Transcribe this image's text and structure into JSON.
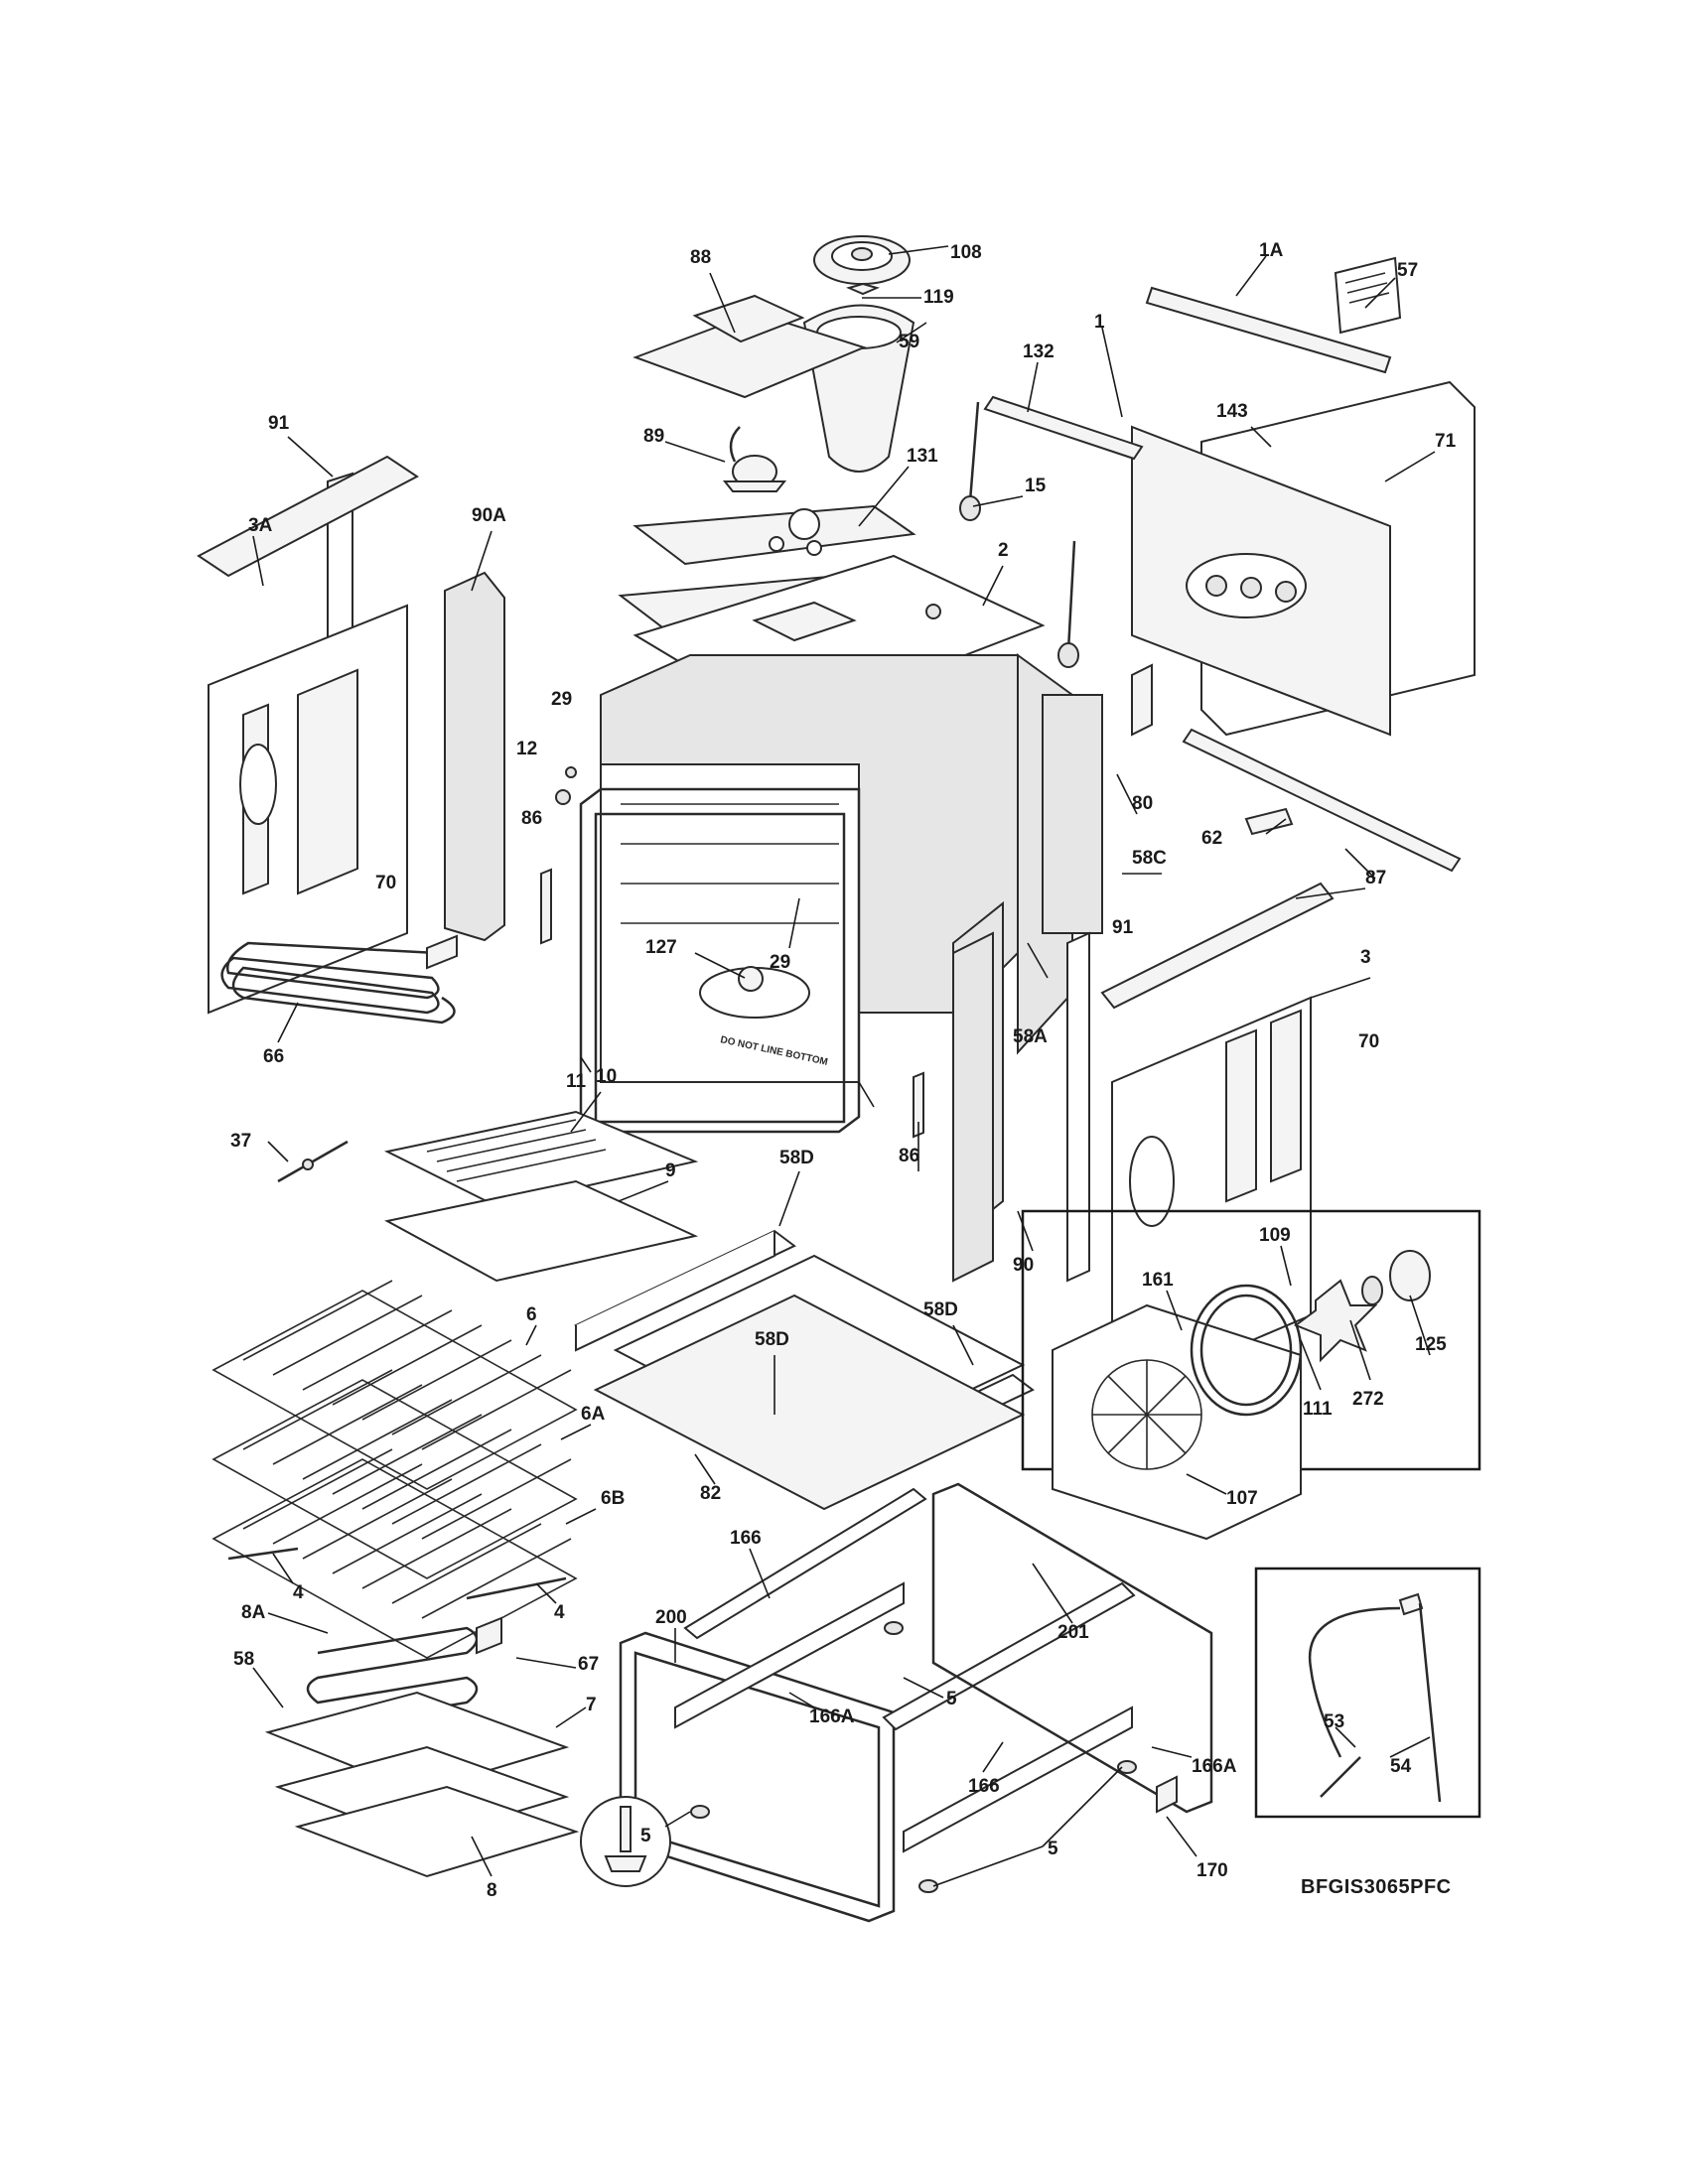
{
  "diagram": {
    "model_code": "BFGIS3065PFC",
    "door_label": "DO NOT LINE BOTTOM",
    "callouts": [
      {
        "id": "c108",
        "label": "108"
      },
      {
        "id": "c88",
        "label": "88"
      },
      {
        "id": "c119",
        "label": "119"
      },
      {
        "id": "c1A",
        "label": "1A"
      },
      {
        "id": "c57",
        "label": "57"
      },
      {
        "id": "c59",
        "label": "59"
      },
      {
        "id": "c132",
        "label": "132"
      },
      {
        "id": "c1",
        "label": "1"
      },
      {
        "id": "c143",
        "label": "143"
      },
      {
        "id": "c71",
        "label": "71"
      },
      {
        "id": "c91a",
        "label": "91"
      },
      {
        "id": "c89",
        "label": "89"
      },
      {
        "id": "c131",
        "label": "131"
      },
      {
        "id": "c15",
        "label": "15"
      },
      {
        "id": "c3A",
        "label": "3A"
      },
      {
        "id": "c90A",
        "label": "90A"
      },
      {
        "id": "c2",
        "label": "2"
      },
      {
        "id": "c29a",
        "label": "29"
      },
      {
        "id": "c12",
        "label": "12"
      },
      {
        "id": "c80",
        "label": "80"
      },
      {
        "id": "c86a",
        "label": "86"
      },
      {
        "id": "c62",
        "label": "62"
      },
      {
        "id": "c70a",
        "label": "70"
      },
      {
        "id": "c58C",
        "label": "58C"
      },
      {
        "id": "c87",
        "label": "87"
      },
      {
        "id": "c91b",
        "label": "91"
      },
      {
        "id": "c3",
        "label": "3"
      },
      {
        "id": "c127",
        "label": "127"
      },
      {
        "id": "c29b",
        "label": "29"
      },
      {
        "id": "c11",
        "label": "11"
      },
      {
        "id": "c58A",
        "label": "58A"
      },
      {
        "id": "c70b",
        "label": "70"
      },
      {
        "id": "c66",
        "label": "66"
      },
      {
        "id": "c10",
        "label": "10"
      },
      {
        "id": "c37",
        "label": "37"
      },
      {
        "id": "c86b",
        "label": "86"
      },
      {
        "id": "c58Da",
        "label": "58D"
      },
      {
        "id": "c9",
        "label": "9"
      },
      {
        "id": "c109",
        "label": "109"
      },
      {
        "id": "c90",
        "label": "90"
      },
      {
        "id": "c161",
        "label": "161"
      },
      {
        "id": "c6",
        "label": "6"
      },
      {
        "id": "c58Db",
        "label": "58D"
      },
      {
        "id": "c125",
        "label": "125"
      },
      {
        "id": "c58Dc",
        "label": "58D"
      },
      {
        "id": "c272",
        "label": "272"
      },
      {
        "id": "c111",
        "label": "111"
      },
      {
        "id": "c6A",
        "label": "6A"
      },
      {
        "id": "c82",
        "label": "82"
      },
      {
        "id": "c107",
        "label": "107"
      },
      {
        "id": "c6B",
        "label": "6B"
      },
      {
        "id": "c166a",
        "label": "166"
      },
      {
        "id": "c4a",
        "label": "4"
      },
      {
        "id": "c4b",
        "label": "4"
      },
      {
        "id": "c201",
        "label": "201"
      },
      {
        "id": "c200",
        "label": "200"
      },
      {
        "id": "c8A",
        "label": "8A"
      },
      {
        "id": "c58",
        "label": "58"
      },
      {
        "id": "c67",
        "label": "67"
      },
      {
        "id": "c5a",
        "label": "5"
      },
      {
        "id": "c166Aa",
        "label": "166A"
      },
      {
        "id": "c7",
        "label": "7"
      },
      {
        "id": "c53",
        "label": "53"
      },
      {
        "id": "c54",
        "label": "54"
      },
      {
        "id": "c166b",
        "label": "166"
      },
      {
        "id": "c166Ab",
        "label": "166A"
      },
      {
        "id": "c5b",
        "label": "5"
      },
      {
        "id": "c5c",
        "label": "5"
      },
      {
        "id": "c170",
        "label": "170"
      },
      {
        "id": "c8",
        "label": "8"
      }
    ]
  }
}
